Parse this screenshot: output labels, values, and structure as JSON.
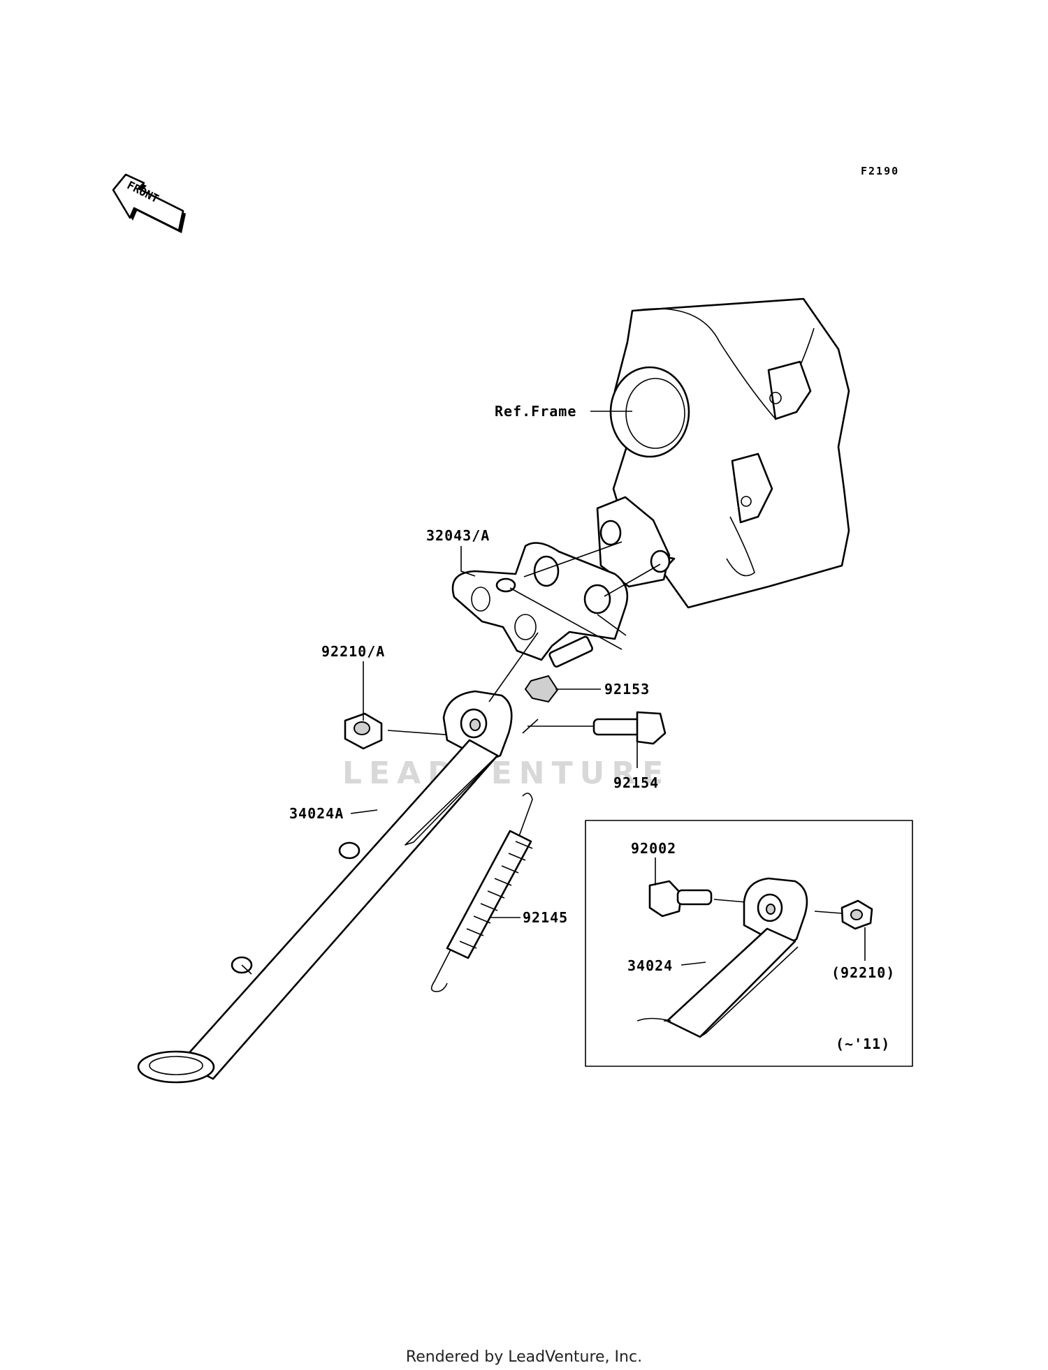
{
  "diagram_code": "F2190",
  "front_arrow_text": "FRONT",
  "watermark": "LEADVENTURE",
  "footer": "Rendered by LeadVenture, Inc.",
  "labels": {
    "ref_frame": "Ref.Frame",
    "bracket": "32043/A",
    "nut_a": "92210/A",
    "bolt_92153": "92153",
    "bolt_92154": "92154",
    "stand_a": "34024A",
    "spring": "92145",
    "inset_bolt": "92002",
    "inset_stand": "34024",
    "inset_nut": "(92210)",
    "inset_note": "(~'11)"
  }
}
